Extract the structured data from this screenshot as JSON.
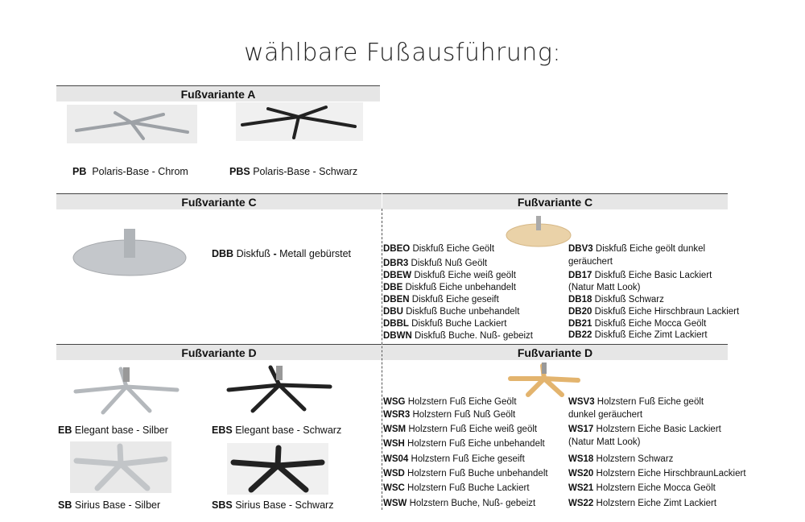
{
  "title": "wählbare Fußausführung:",
  "sections": {
    "a": "Fußvariante A",
    "c_left": "Fußvariante C",
    "c_right": "Fußvariante C",
    "d_left": "Fußvariante D",
    "d_right": "Fußvariante D"
  },
  "a_items": [
    {
      "code": "PB",
      "label": "Polaris-Base - Chrom"
    },
    {
      "code": "PBS",
      "label": "Polaris-Base -  Schwarz"
    }
  ],
  "c_left_item": {
    "code": "DBB",
    "label": "Diskfuß",
    "sep": "-",
    "label2": "Metall gebürstet"
  },
  "c_right_col1": [
    {
      "code": "DBEO",
      "label": "Diskfuß Eiche Geölt"
    },
    {
      "code": "DBR3",
      "label": "Diskfuß Nuß Geölt"
    },
    {
      "code": "DBEW",
      "label": "Diskfuß Eiche weiß geölt"
    },
    {
      "code": "DBE",
      "label": "Diskfuß Eiche unbehandelt"
    },
    {
      "code": "DBEN",
      "label": "Diskfuß Eiche geseift"
    },
    {
      "code": "DBU",
      "label": "Diskfuß Buche unbehandelt"
    },
    {
      "code": "DBBL",
      "label": "Diskfuß Buche Lackiert"
    },
    {
      "code": "DBWN",
      "label": "Diskfuß Buche. Nuß- gebeizt"
    }
  ],
  "c_right_col2": [
    {
      "code": "DBV3",
      "label": "Diskfuß Eiche geölt dunkel"
    },
    {
      "code": "",
      "label": "geräuchert"
    },
    {
      "code": "DB17",
      "label": "Diskfuß Eiche Basic Lackiert"
    },
    {
      "code": "",
      "label": "(Natur Matt Look)"
    },
    {
      "code": "DB18",
      "label": "Diskfuß Schwarz"
    },
    {
      "code": "DB20",
      "label": "Diskfuß Eiche Hirschbraun Lackiert"
    },
    {
      "code": "DB21",
      "label": "Diskfuß Eiche Mocca Geölt"
    },
    {
      "code": "DB22",
      "label": "Diskfuß Eiche Zimt Lackiert"
    }
  ],
  "d_left_items": [
    {
      "code": "EB",
      "label": "Elegant base - Silber"
    },
    {
      "code": "EBS",
      "label": "Elegant base - Schwarz"
    },
    {
      "code": "SB",
      "label": "Sirius Base - Silber"
    },
    {
      "code": "SBS",
      "label": "Sirius Base - Schwarz"
    }
  ],
  "d_right_col1": [
    {
      "code": "WSG",
      "label": "Holzstern Fuß Eiche Geölt"
    },
    {
      "code": "WSR3",
      "label": "Holzstern Fuß Nuß Geölt"
    },
    {
      "code": "WSM",
      "label": "Holzstern Fuß Eiche weiß geölt"
    },
    {
      "code": "WSH",
      "label": "Holzstern Fuß Eiche unbehandelt"
    },
    {
      "code": "WS04",
      "label": "Holzstern Fuß Eiche geseift"
    },
    {
      "code": "WSD",
      "label": "Holzstern Fuß Buche unbehandelt"
    },
    {
      "code": "WSC",
      "label": "Holzstern Fuß Buche Lackiert"
    },
    {
      "code": "WSW",
      "label": "Holzstern Buche, Nuß- gebeizt"
    }
  ],
  "d_right_col2": [
    {
      "code": "WSV3",
      "label": "Holzstern Fuß Eiche geölt"
    },
    {
      "code": "",
      "label": "dunkel geräuchert"
    },
    {
      "code": "WS17",
      "label": "Holzstern Eiche Basic Lackiert"
    },
    {
      "code": "",
      "label": "(Natur Matt Look)"
    },
    {
      "code": "WS18",
      "label": "Holzstern Schwarz"
    },
    {
      "code": "WS20",
      "label": "Holzstern Eiche HirschbraunLackiert"
    },
    {
      "code": "WS21",
      "label": "Holzstern Eiche Mocca Geölt"
    },
    {
      "code": "WS22",
      "label": "Holzstern Eiche Zimt Lackiert"
    }
  ],
  "colors": {
    "chrome": "#b9bcc0",
    "black": "#222222",
    "oak": "#e8c89a",
    "header_grey": "#e6e6e6"
  }
}
